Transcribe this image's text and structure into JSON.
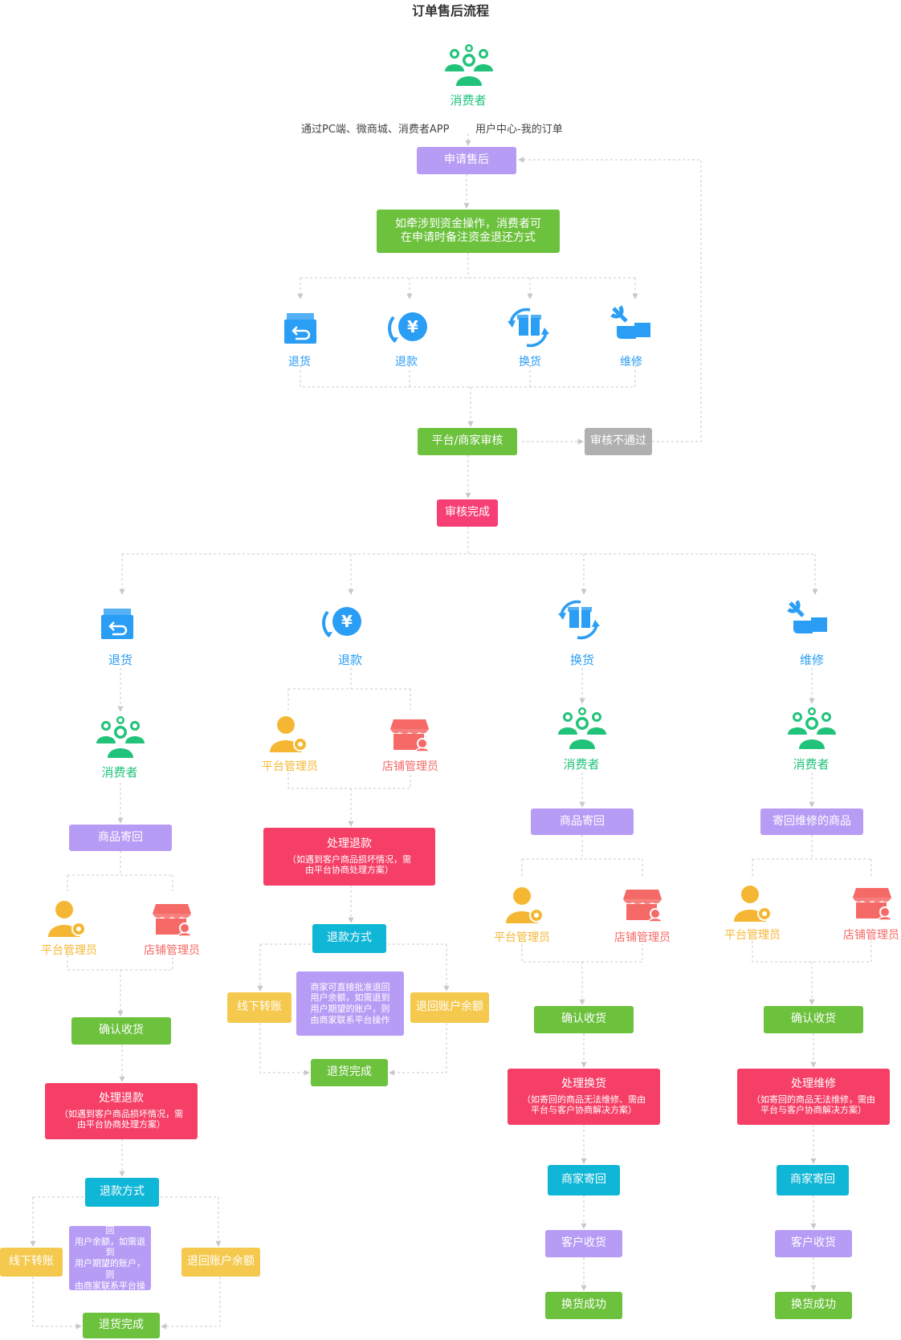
{
  "title": "订单售后流程",
  "colors": {
    "purple": "#b79cf5",
    "green": "#6cc13d",
    "pink": "#f63f74",
    "red": "#f53f66",
    "cyan": "#0fb6d6",
    "yellow": "#f5c94e",
    "gray": "#b0b0b0",
    "blue": "#2a9df4",
    "consumer": "#21c37a",
    "admin": "#f5b733",
    "shop": "#f56a66"
  },
  "top": {
    "consumer": "消费者",
    "channel_left": "通过PC端、微商城、消费者APP",
    "channel_right": "用户中心-我的订单",
    "apply": "申请售后",
    "fund_note": [
      "如牵涉到资金操作，消费者可",
      "在申请时备注资金退还方式"
    ],
    "types": [
      "退货",
      "退款",
      "换货",
      "维修"
    ],
    "review": "平台/商家审核",
    "rejected": "审核不通过",
    "approved": "审核完成"
  },
  "col1": {
    "type": "退货",
    "consumer": "消费者",
    "send_back": "商品寄回",
    "admin": "平台管理员",
    "shop": "店铺管理员",
    "confirm": "确认收货",
    "process_title": "处理退款",
    "process_note": [
      "（如遇到客户商品损坏情况，需",
      "由平台协商处理方案）"
    ],
    "method": "退款方式",
    "offline": "线下转账",
    "note": [
      "商家可直接批准退回",
      "用户余额，如需退到",
      "用户期望的账户，则",
      "由商家联系平台操作"
    ],
    "balance": "退回账户余额",
    "done": "退货完成"
  },
  "col2": {
    "type": "退款",
    "admin": "平台管理员",
    "shop": "店铺管理员",
    "process_title": "处理退款",
    "process_note": [
      "（如遇到客户商品损坏情况，需",
      "由平台协商处理方案）"
    ],
    "method": "退款方式",
    "offline": "线下转账",
    "note": [
      "商家可直接批准退回",
      "用户余额，如需退到",
      "用户期望的账户，则",
      "由商家联系平台操作"
    ],
    "balance": "退回账户余额",
    "done": "退货完成"
  },
  "col3": {
    "type": "换货",
    "consumer": "消费者",
    "send_back": "商品寄回",
    "admin": "平台管理员",
    "shop": "店铺管理员",
    "confirm": "确认收货",
    "process_title": "处理换货",
    "process_note": [
      "（如寄回的商品无法维修、需由",
      "平台与客户协商解决方案）"
    ],
    "merchant_send": "商家寄回",
    "customer_receive": "客户收货",
    "done": "换货成功"
  },
  "col4": {
    "type": "维修",
    "consumer": "消费者",
    "send_back": "寄回维修的商品",
    "admin": "平台管理员",
    "shop": "店铺管理员",
    "confirm": "确认收货",
    "process_title": "处理维修",
    "process_note": [
      "（如寄回的商品无法维修，需由",
      "平台与客户协商解决方案）"
    ],
    "merchant_send": "商家寄回",
    "customer_receive": "客户收货",
    "done": "换货成功"
  }
}
